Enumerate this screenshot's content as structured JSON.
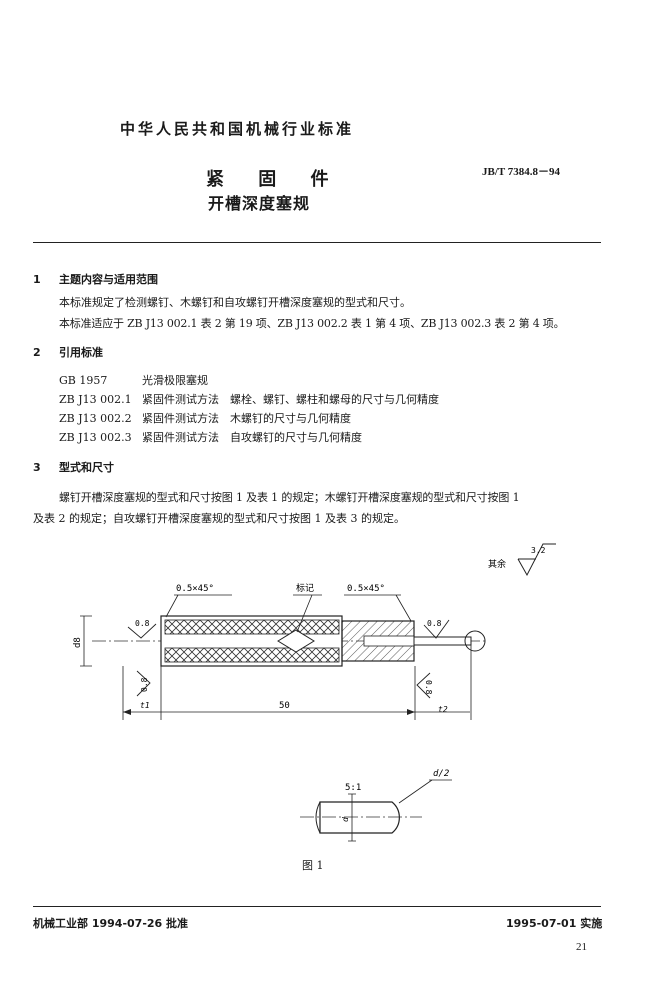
{
  "header": {
    "ministry": "中华人民共和国机械行业标准",
    "title": "紧 固 件",
    "subtitle": "开槽深度塞规",
    "code": "JB/T 7384.8－94"
  },
  "sections": {
    "s1": {
      "number": "1",
      "heading": "主题内容与适用范围",
      "p1": "本标准规定了检测螺钉、木螺钉和自攻螺钉开槽深度塞规的型式和尺寸。",
      "p2": "本标准适应于 ZB J13 002.1 表 2 第 19 项、ZB J13 002.2 表 1 第 4 项、ZB J13 002.3 表 2 第 4 项。"
    },
    "s2": {
      "number": "2",
      "heading": "引用标准",
      "refs": [
        {
          "code": "GB 1957",
          "title": "光滑极限塞规"
        },
        {
          "code": "ZB J13 002.1",
          "title": "紧固件测试方法　螺栓、螺钉、螺柱和螺母的尺寸与几何精度"
        },
        {
          "code": "ZB J13 002.2",
          "title": "紧固件测试方法　木螺钉的尺寸与几何精度"
        },
        {
          "code": "ZB J13 002.3",
          "title": "紧固件测试方法　自攻螺钉的尺寸与几何精度"
        }
      ]
    },
    "s3": {
      "number": "3",
      "heading": "型式和尺寸",
      "p1": "螺钉开槽深度塞规的型式和尺寸按图 1 及表 1 的规定；木螺钉开槽深度塞规的型式和尺寸按图 1",
      "p2": "及表 2 的规定；自攻螺钉开槽深度塞规的型式和尺寸按图 1 及表 3 的规定。"
    }
  },
  "figure": {
    "rest_label": "其余",
    "rest_roughness": "3.2",
    "chamfer_left": "0.5×45°",
    "mark_label": "标记",
    "chamfer_right": "0.5×45°",
    "rough_a": "0.8",
    "rough_b": "0.8",
    "rough_c": "0.8",
    "rough_d": "0.8",
    "dia_label": "d8",
    "length": "50",
    "t1": "t1",
    "t2": "t2",
    "detail_scale": "5:1",
    "detail_radius": "d/2",
    "detail_d": "d",
    "caption": "图 1"
  },
  "footer": {
    "approval": "机械工业部 1994-07-26 批准",
    "implement": "1995-07-01 实施",
    "page": "21"
  }
}
